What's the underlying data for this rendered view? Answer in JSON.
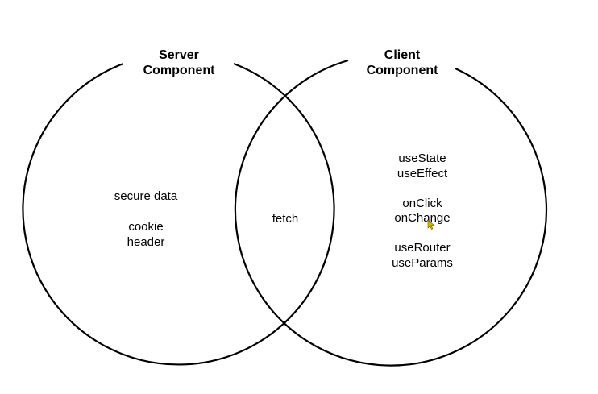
{
  "diagram": {
    "left_circle": {
      "title_line1": "Server",
      "title_line2": "Component",
      "items": [
        "secure data",
        "cookie",
        "header"
      ]
    },
    "right_circle": {
      "title_line1": "Client",
      "title_line2": "Component",
      "items": [
        "useState",
        "useEffect",
        "onClick",
        "onChange",
        "useRouter",
        "useParams"
      ]
    },
    "overlap": {
      "items": [
        "fetch"
      ]
    },
    "colors": {
      "stroke": "#000000",
      "background": "#ffffff",
      "cursor": "#d4b800"
    }
  }
}
